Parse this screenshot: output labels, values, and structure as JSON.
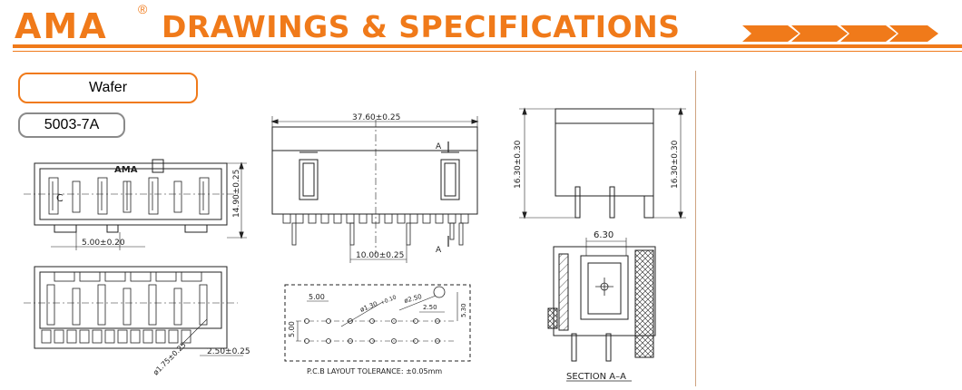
{
  "header": {
    "logo": "AMA",
    "registered_mark": "®",
    "title": "DRAWINGS & SPECIFICATIONS",
    "brand_color": "#f07a1a"
  },
  "product": {
    "category": "Wafer",
    "part_number": "5003-7A"
  },
  "drawings": {
    "top_view": {
      "logo": "AMA",
      "height_dim": "14.90±0.25",
      "pitch_dim": "5.00±0.20",
      "mark": "C"
    },
    "bottom_view": {
      "hole_dim": "ø1.75±0.25",
      "offset_dim": "2.50±0.25"
    },
    "front_view": {
      "length_dim": "37.60±0.25",
      "pitch_dim": "10.00±0.25",
      "section_marker": "A"
    },
    "side_view": {
      "height_left_dim": "16.30±0.30",
      "height_right_dim": "16.30±0.30"
    },
    "section_view": {
      "width_dim": "6.30",
      "label": "SECTION  A–A"
    },
    "pcb_layout": {
      "pitch_dim": "5.00",
      "row_dim": "5.00",
      "hole_dim": "ø1.30",
      "hole_tol": "+0.10",
      "peg_dim": "ø2.50",
      "peg_offset_dim": "2.50",
      "peg_height_dim": "5.30",
      "tolerance_note": "P.C.B  LAYOUT  TOLERANCE: ±0.05mm"
    }
  }
}
